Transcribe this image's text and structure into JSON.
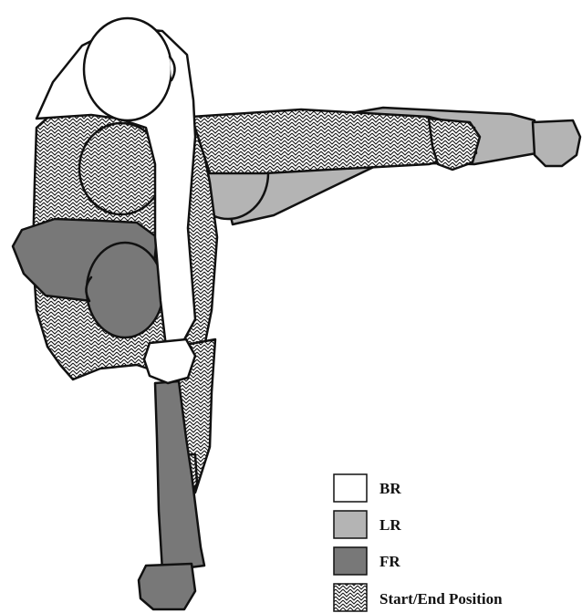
{
  "colors": {
    "br": "#ffffff",
    "lr": "#b4b4b4",
    "fr": "#787878",
    "start_end_pattern": "herringbone",
    "outline": "#111111"
  },
  "legend": [
    {
      "key": "br",
      "label": "BR"
    },
    {
      "key": "lr",
      "label": "LR"
    },
    {
      "key": "fr",
      "label": "FR"
    },
    {
      "key": "start_end",
      "label": "Start/End Position"
    }
  ]
}
